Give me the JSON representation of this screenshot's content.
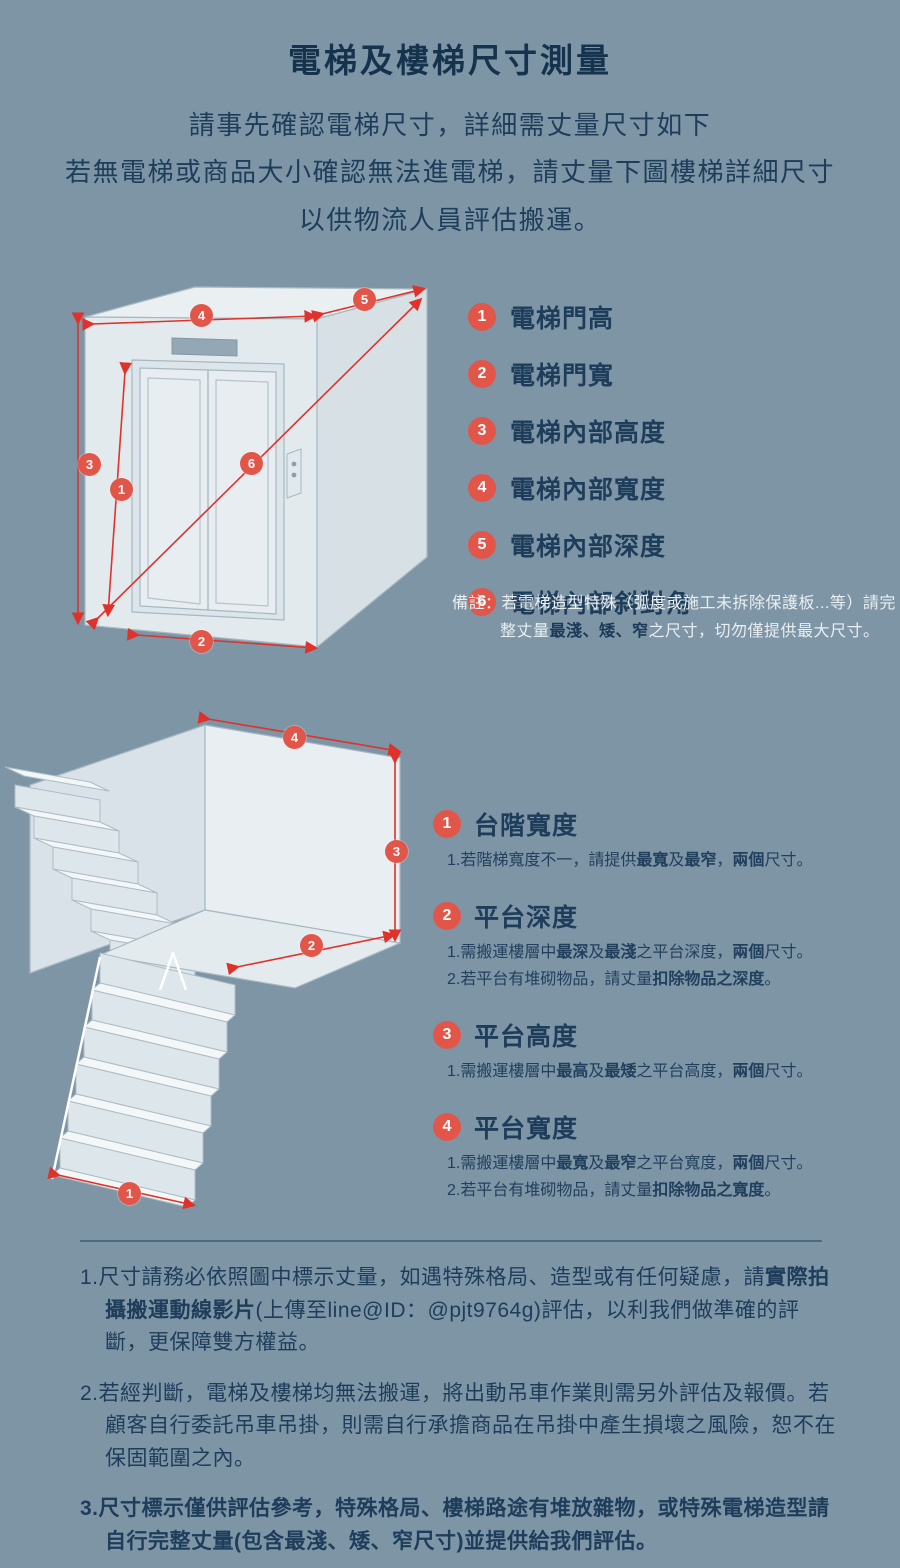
{
  "page": {
    "title": "電梯及樓梯尺寸測量",
    "intro_lines": [
      "請事先確認電梯尺寸，詳細需丈量尺寸如下",
      "若無電梯或商品大小確認無法進電梯，請丈量下圖樓梯詳細尺寸",
      "以供物流人員評估搬運。"
    ]
  },
  "colors": {
    "background": "#7e95a6",
    "accent_red": "#e2564a",
    "line_red": "#e0312a",
    "navy_text": "#1e3d5a",
    "note_light_text": "#e9eff2",
    "diagram_fill": "#e6edf0"
  },
  "elevator": {
    "items": [
      {
        "num": "1",
        "label": "電梯門高"
      },
      {
        "num": "2",
        "label": "電梯門寬"
      },
      {
        "num": "3",
        "label": "電梯內部高度"
      },
      {
        "num": "4",
        "label": "電梯內部寬度"
      },
      {
        "num": "5",
        "label": "電梯內部深度"
      },
      {
        "num": "6",
        "label": "電梯內部斜對角"
      }
    ],
    "note_segments": [
      {
        "t": "備註：若電梯造型特殊（弧度或施工未拆除保護板...等）請完整丈量",
        "b": false
      },
      {
        "t": "最淺、矮、窄",
        "b": true
      },
      {
        "t": "之尺寸，切勿僅提供最大尺寸。",
        "b": false
      }
    ]
  },
  "stairs": {
    "items": [
      {
        "num": "1",
        "title": "台階寬度",
        "notes": [
          [
            {
              "t": "1.若階梯寬度不一，請提供"
            },
            {
              "t": "最寬",
              "b": true
            },
            {
              "t": "及"
            },
            {
              "t": "最窄",
              "b": true
            },
            {
              "t": "，"
            },
            {
              "t": "兩個",
              "b": true
            },
            {
              "t": "尺寸。"
            }
          ]
        ]
      },
      {
        "num": "2",
        "title": "平台深度",
        "notes": [
          [
            {
              "t": "1.需搬運樓層中"
            },
            {
              "t": "最深",
              "b": true
            },
            {
              "t": "及"
            },
            {
              "t": "最淺",
              "b": true
            },
            {
              "t": "之平台深度，"
            },
            {
              "t": "兩個",
              "b": true
            },
            {
              "t": "尺寸。"
            }
          ],
          [
            {
              "t": "2.若平台有堆砌物品，請丈量"
            },
            {
              "t": "扣除物品之深度",
              "b": true
            },
            {
              "t": "。"
            }
          ]
        ]
      },
      {
        "num": "3",
        "title": "平台高度",
        "notes": [
          [
            {
              "t": "1.需搬運樓層中"
            },
            {
              "t": "最高",
              "b": true
            },
            {
              "t": "及"
            },
            {
              "t": "最矮",
              "b": true
            },
            {
              "t": "之平台高度，"
            },
            {
              "t": "兩個",
              "b": true
            },
            {
              "t": "尺寸。"
            }
          ]
        ]
      },
      {
        "num": "4",
        "title": "平台寬度",
        "notes": [
          [
            {
              "t": "1.需搬運樓層中"
            },
            {
              "t": "最寬",
              "b": true
            },
            {
              "t": "及"
            },
            {
              "t": "最窄",
              "b": true
            },
            {
              "t": "之平台寬度，"
            },
            {
              "t": "兩個",
              "b": true
            },
            {
              "t": "尺寸。"
            }
          ],
          [
            {
              "t": "2.若平台有堆砌物品，請丈量"
            },
            {
              "t": "扣除物品之寬度",
              "b": true
            },
            {
              "t": "。"
            }
          ]
        ]
      }
    ]
  },
  "footer": {
    "paragraphs": [
      [
        {
          "t": "1.尺寸請務必依照圖中標示丈量，如遇特殊格局、造型或有任何疑慮，請"
        },
        {
          "t": "實際拍攝搬運動線影片",
          "b": true
        },
        {
          "t": "(上傳至line@ID：@pjt9764g)評估，以利我們做準確的評斷，更保障雙方權益。"
        }
      ],
      [
        {
          "t": "2.若經判斷，電梯及樓梯均無法搬運，將出動吊車作業則需另外評估及報價。若顧客自行委託吊車吊掛，則需自行承擔商品在吊掛中產生損壞之風險，恕不在保固範圍之內。"
        }
      ],
      [
        {
          "t": "3.尺寸標示僅供評估參考，特殊格局、樓梯路途有堆放雜物，或特殊電梯造型請自行完整丈量(包含最淺、矮、窄尺寸)並提供給我們評估。",
          "b": true
        }
      ]
    ]
  }
}
